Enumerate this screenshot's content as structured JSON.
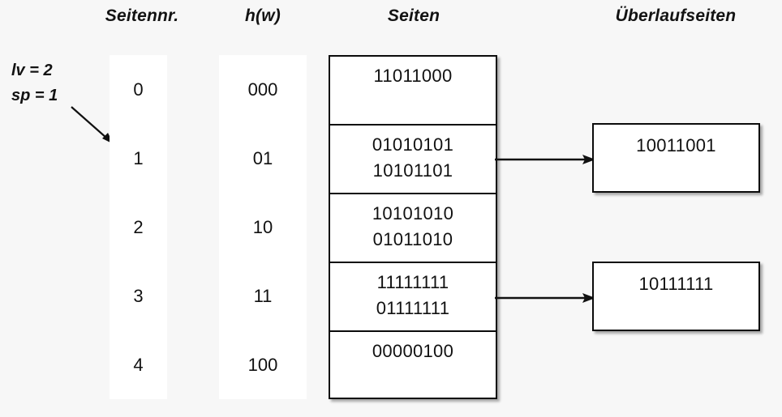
{
  "headers": {
    "seitennr": "Seitennr.",
    "hw": "h(w)",
    "seiten": "Seiten",
    "ueberlaufseiten": "Überlaufseiten"
  },
  "params": {
    "lv": "lv = 2",
    "sp": "sp = 1"
  },
  "colors": {
    "background": "#f7f7f7",
    "cell_fill": "#ffffff",
    "stroke": "#0b0b0b",
    "text": "#111111"
  },
  "rows": [
    {
      "seitennr": "0",
      "hw": "000",
      "lines": [
        "11011000"
      ]
    },
    {
      "seitennr": "1",
      "hw": "01",
      "lines": [
        "01010101",
        "10101101"
      ]
    },
    {
      "seitennr": "2",
      "hw": "10",
      "lines": [
        "10101010",
        "01011010"
      ]
    },
    {
      "seitennr": "3",
      "hw": "11",
      "lines": [
        "11111111",
        "01111111"
      ]
    },
    {
      "seitennr": "4",
      "hw": "100",
      "lines": [
        "00000100"
      ]
    }
  ],
  "overflow_pages": [
    {
      "from_row": "1",
      "lines": [
        "10011001"
      ]
    },
    {
      "from_row": "3",
      "lines": [
        "10111111"
      ]
    }
  ]
}
